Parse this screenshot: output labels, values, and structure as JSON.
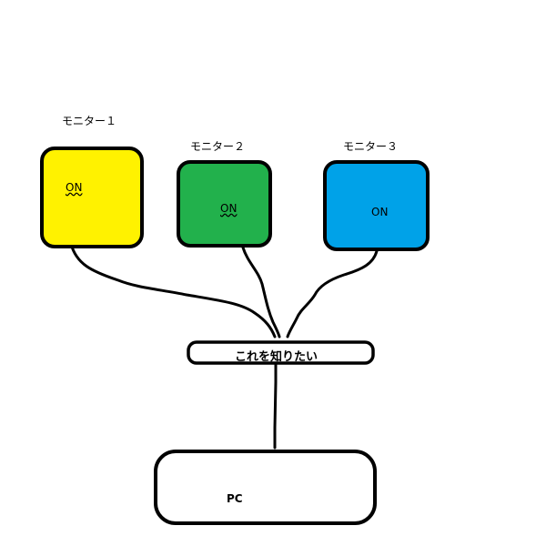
{
  "monitors": [
    {
      "label": "モニター１",
      "status": "ON",
      "color": "#fff200"
    },
    {
      "label": "モニター２",
      "status": "ON",
      "color": "#22b14c"
    },
    {
      "label": "モニター３",
      "status": "ON",
      "color": "#00a2e8"
    }
  ],
  "hub": {
    "label": "これを知りたい"
  },
  "pc": {
    "label": "PC"
  }
}
